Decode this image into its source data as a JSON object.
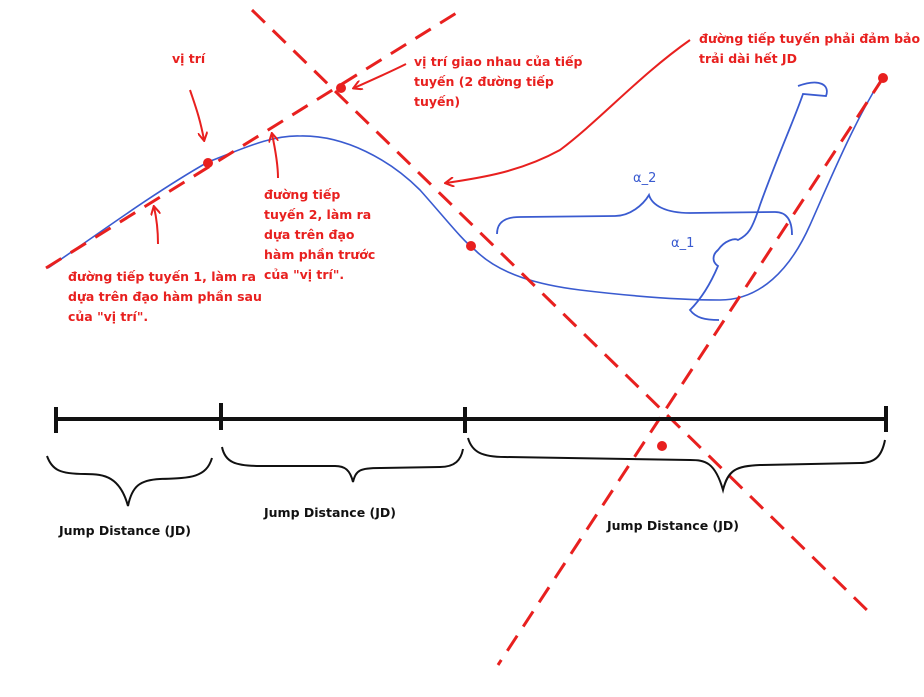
{
  "labels": {
    "position": "vị trí",
    "intersection": [
      "vị trí giao nhau của tiếp",
      "tuyến (2 đường tiếp",
      "tuyến)"
    ],
    "tangent_cover": [
      "đường tiếp tuyến phải đảm bảo",
      "trải dài hết JD"
    ],
    "tangent1": [
      "đường tiếp tuyến 1, làm ra",
      "dựa trên đạo hàm phần sau",
      "của \"vị trí\"."
    ],
    "tangent2": [
      "đường tiếp",
      "tuyến 2, làm ra",
      "dựa trên đạo",
      "hàm phần trước",
      "của \"vị trí\"."
    ],
    "alpha2": "α_2",
    "alpha1": "α_1",
    "jd1": "Jump Distance (JD)",
    "jd2": "Jump Distance (JD)",
    "jd3": "Jump Distance (JD)"
  },
  "colors": {
    "red": "#e8201f",
    "blue": "#3a5bd0",
    "black": "#111111"
  }
}
